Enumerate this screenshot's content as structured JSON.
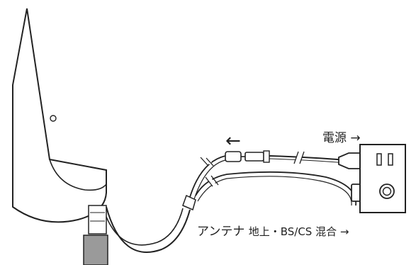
{
  "labels": {
    "power": "電源 →",
    "antenna_main": "アンテナ",
    "antenna_sub": "地上・BS/CS 混合 →",
    "direction_arrow": "←"
  },
  "colors": {
    "line": "#222222",
    "fill": "#ffffff",
    "post": "#9a9a9a",
    "gap": "#ffffff"
  }
}
